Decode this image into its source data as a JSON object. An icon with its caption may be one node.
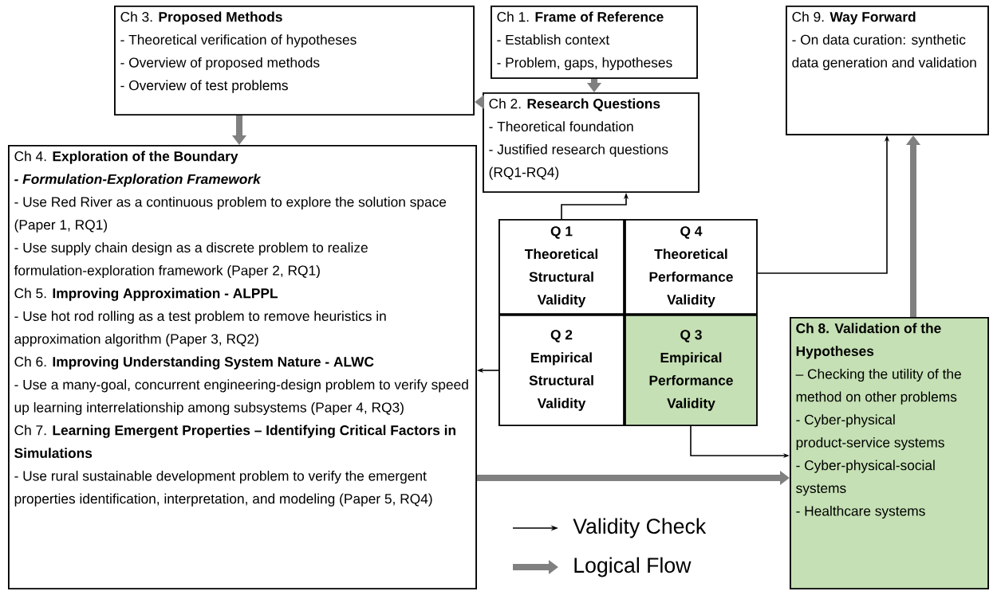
{
  "diagram": {
    "nodes": [
      {
        "text": [
          "Ch 3. **Proposed Methods**",
          "- Theoretical verification of hypotheses",
          "- Overview of proposed methods",
          "- Overview of test problems"
        ]
      },
      {
        "text": [
          "Ch 1. **Frame of Reference**",
          "- Establish context",
          "- Problem, gaps, hypotheses"
        ]
      },
      {
        "text": [
          "Ch 2. **Research Questions**",
          "- Theoretical foundation",
          "- Justified research questions (RQ1-RQ4)"
        ]
      },
      {
        "text": [
          "Ch 9. **Way Forward**",
          "- On data curation: synthetic data generation and validation"
        ]
      },
      {
        "text": [
          "Ch 4. **Exploration of the Boundary**",
          "- Formulation-Exploration Framework",
          "- Use Red River as a continuous problem to explore the solution space (Paper 1, RQ1)",
          "- Use supply chain design as a discrete problem to realize formulation-exploration framework (Paper 2, RQ1)",
          "Ch 5. **Improving Approximation - ALPPL**",
          "- Use hot rod rolling as a test problem to remove heuristics in approximation algorithm (Paper 3, RQ2)",
          "Ch 6. **Improving Understanding System Nature - ALWC**",
          "- Use a many-goal, concurrent engineering-design problem to verify speed up learning interrelationship among subsystems (Paper 4, RQ3)",
          "Ch 7. **Learning Emergent Properties – Identifying Critical Factors in Simulations**",
          "- Use rural sustainable development problem to verify the emergent properties identification, interpretation, and modeling (Paper 5, RQ4)"
        ]
      },
      {
        "text": [
          "Q 1",
          "Theoretical Structural Validity"
        ]
      },
      {
        "text": [
          "Q 4",
          "Theoretical Performance Validity"
        ]
      },
      {
        "text": [
          "Q 2",
          "Empirical Structural Validity"
        ]
      },
      {
        "text": [
          "Q 3",
          "Empirical Performance Validity"
        ]
      },
      {
        "text": [
          "Ch 8. Validation of the Hypotheses",
          "– Checking the utility of the method on other problems",
          "- Cyber-physical product-service systems",
          "- Cyber-physical-social systems",
          "- Healthcare systems"
        ]
      }
    ],
    "edges": [
      {
        "from": 1,
        "to": 2,
        "arrow": "to",
        "style": "thick",
        "color": "#808080"
      },
      {
        "from": 2,
        "to": 0,
        "arrow": "to",
        "style": "thick",
        "color": "#808080"
      },
      {
        "from": 0,
        "to": 4,
        "arrow": "to",
        "style": "thick",
        "color": "#808080"
      },
      {
        "from": 4,
        "to": 9,
        "arrow": "to",
        "style": "thick",
        "color": "#808080"
      },
      {
        "from": 9,
        "to": 3,
        "arrow": "to",
        "style": "thick",
        "color": "#808080"
      },
      {
        "from": 5,
        "to": 2,
        "arrow": "to",
        "color": "#000000"
      },
      {
        "from": 6,
        "to": 3,
        "arrow": "to",
        "color": "#000000"
      },
      {
        "from": 7,
        "to": 4,
        "arrow": "to",
        "color": "#000000"
      },
      {
        "from": 8,
        "to": 9,
        "arrow": "to",
        "color": "#000000"
      }
    ],
    "legend": [
      {
        "text": "Validity Check"
      },
      {
        "text": "Logical Flow"
      }
    ]
  }
}
